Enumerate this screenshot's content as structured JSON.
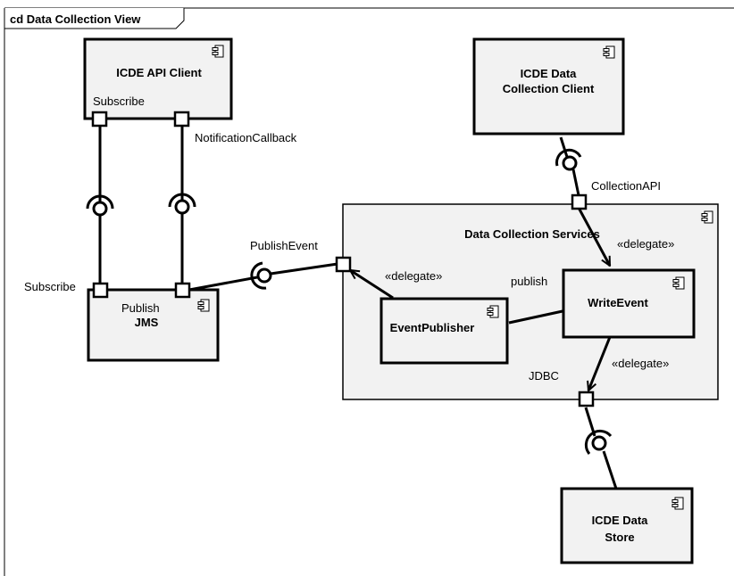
{
  "frame": {
    "title": "cd Data Collection View"
  },
  "components": {
    "api_client": {
      "title_lines": [
        "ICDE API Client"
      ]
    },
    "collection_client": {
      "title_lines": [
        "ICDE Data",
        "Collection Client"
      ]
    },
    "jms": {
      "title_lines": [
        "JMS"
      ]
    },
    "services": {
      "title_lines": [
        "Data Collection Services"
      ]
    },
    "event_publisher": {
      "title_lines": [
        "EventPublisher"
      ]
    },
    "write_event": {
      "title_lines": [
        "WriteEvent"
      ]
    },
    "data_store": {
      "title_lines": [
        "ICDE Data",
        "Store"
      ]
    }
  },
  "labels": {
    "subscribe_top": "Subscribe",
    "notification_callback": "NotificationCallback",
    "collection_api": "CollectionAPI",
    "publish_event": "PublishEvent",
    "delegate_right": "«delegate»",
    "delegate_left": "«delegate»",
    "publish_inner": "publish",
    "subscribe_left": "Subscribe",
    "publish_jms": "Publish",
    "jdbc": "JDBC",
    "delegate_bottom": "«delegate»"
  },
  "icons": {
    "component": "uml-component-icon",
    "required_interface": "socket-icon",
    "provided_interface": "lollipop-icon",
    "port": "port-square-icon"
  }
}
